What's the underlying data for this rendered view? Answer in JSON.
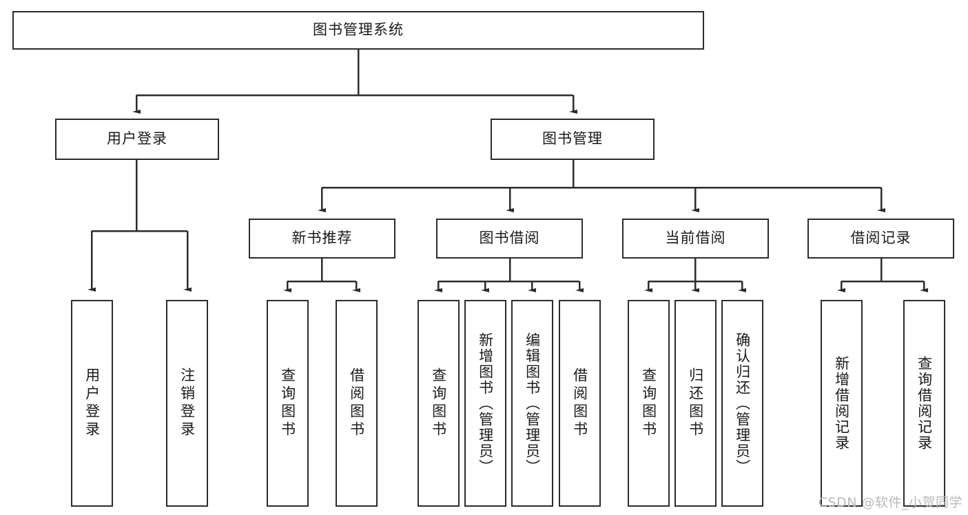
{
  "diagram": {
    "type": "tree-hierarchy",
    "title": "图书管理系统",
    "levels": 4,
    "root": {
      "id": "root",
      "label": "图书管理系统"
    },
    "level2": [
      {
        "id": "user-login",
        "label": "用户登录"
      },
      {
        "id": "book-manage",
        "label": "图书管理"
      }
    ],
    "level3": [
      {
        "id": "new-book-rec",
        "label": "新书推荐",
        "parent": "book-manage"
      },
      {
        "id": "book-borrow",
        "label": "图书借阅",
        "parent": "book-manage"
      },
      {
        "id": "current-borrow",
        "label": "当前借阅",
        "parent": "book-manage"
      },
      {
        "id": "borrow-record",
        "label": "借阅记录",
        "parent": "book-manage"
      }
    ],
    "leaves": {
      "user_login": [
        {
          "id": "leaf-user-login",
          "label": "用户登录"
        },
        {
          "id": "leaf-user-logout",
          "label": "注销登录"
        }
      ],
      "new_book_rec": [
        {
          "id": "leaf-query-book-1",
          "label": "查询图书"
        },
        {
          "id": "leaf-borrow-book-1",
          "label": "借阅图书"
        }
      ],
      "book_borrow": [
        {
          "id": "leaf-query-book-2",
          "label": "查询图书"
        },
        {
          "id": "leaf-add-book",
          "label": "新增图书（管理员）"
        },
        {
          "id": "leaf-edit-book",
          "label": "编辑图书（管理员）"
        },
        {
          "id": "leaf-borrow-book-2",
          "label": "借阅图书"
        }
      ],
      "current_borrow": [
        {
          "id": "leaf-query-book-3",
          "label": "查询图书"
        },
        {
          "id": "leaf-return-book",
          "label": "归还图书"
        },
        {
          "id": "leaf-confirm-return",
          "label": "确认归还（管理员）"
        }
      ],
      "borrow_record": [
        {
          "id": "leaf-add-record",
          "label": "新增借阅记录"
        },
        {
          "id": "leaf-query-record",
          "label": "查询借阅记录"
        }
      ]
    }
  },
  "watermark": {
    "text": "CSDN @软件_小贺同学"
  },
  "colors": {
    "stroke": "#2b2b2b",
    "fill": "#ffffff",
    "text": "#1a1a1a",
    "watermark": "#b9b9b9"
  }
}
